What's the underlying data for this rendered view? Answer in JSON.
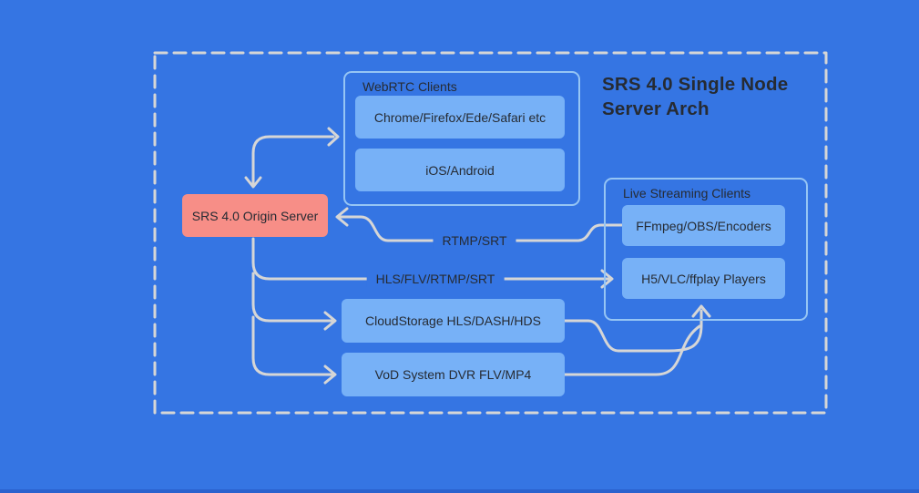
{
  "colors": {
    "background": "#3575E3",
    "bottom_strip": "#2B62CE",
    "container_border": "#96C5F4",
    "node_fill": "#77B1F7",
    "origin_fill": "#F78E87",
    "line": "#D6D6D6",
    "text_dark": "#262B33"
  },
  "title": {
    "line1": "SRS 4.0 Single Node",
    "line2": "Server Arch"
  },
  "groups": {
    "webrtc": {
      "label": "WebRTC Clients",
      "items": [
        "Chrome/Firefox/Ede/Safari etc",
        "iOS/Android"
      ]
    },
    "live": {
      "label": "Live Streaming Clients",
      "items": [
        "FFmpeg/OBS/Encoders",
        "H5/VLC/ffplay Players"
      ]
    }
  },
  "nodes": {
    "origin": "SRS 4.0 Origin Server",
    "cloud": "CloudStorage HLS/DASH/HDS",
    "vod": "VoD System DVR FLV/MP4"
  },
  "edges": {
    "rtmp": "RTMP/SRT",
    "hls": "HLS/FLV/RTMP/SRT"
  }
}
